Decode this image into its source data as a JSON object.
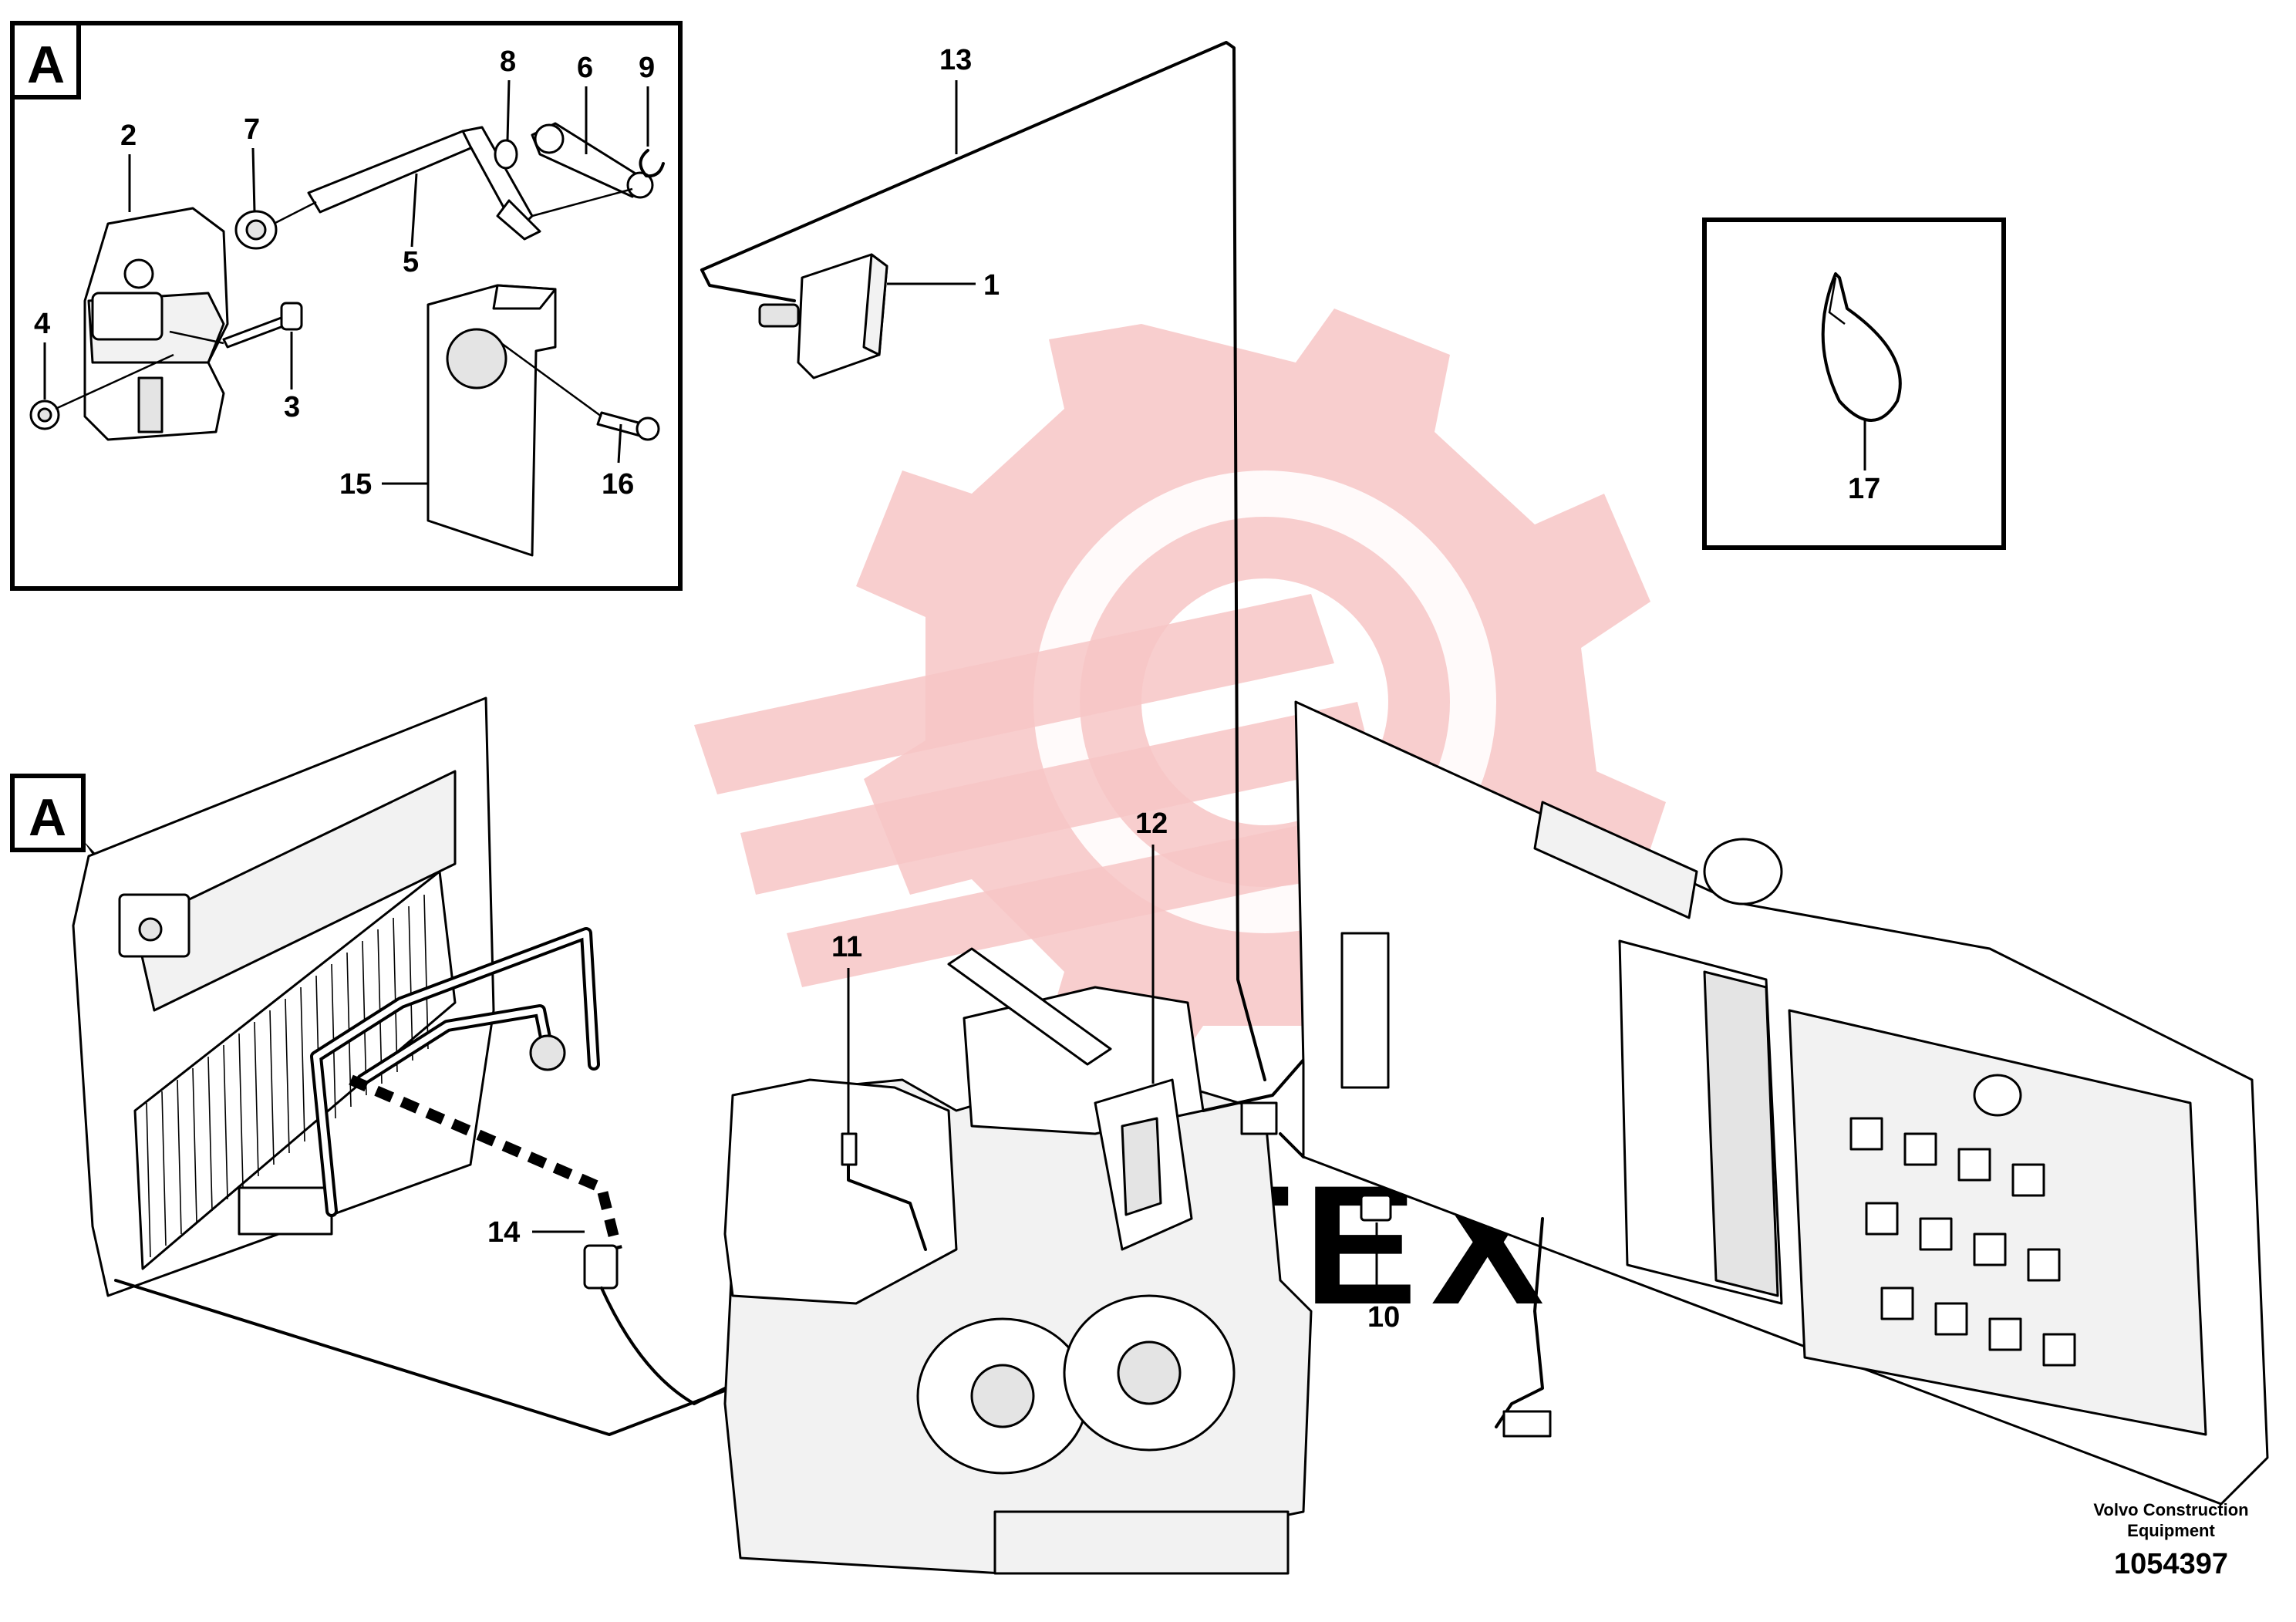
{
  "detail_view": {
    "tag": "A",
    "callouts": [
      "2",
      "7",
      "8",
      "6",
      "9",
      "5",
      "4",
      "3",
      "15",
      "16"
    ]
  },
  "main_view": {
    "tag": "A",
    "callouts": [
      "13",
      "1",
      "12",
      "11",
      "14",
      "10"
    ]
  },
  "inset_view": {
    "callouts": [
      "17"
    ]
  },
  "watermark": {
    "text": "MHTEX"
  },
  "footer": {
    "maker_line1": "Volvo Construction",
    "maker_line2": "Equipment",
    "drawing_number": "1054397"
  }
}
